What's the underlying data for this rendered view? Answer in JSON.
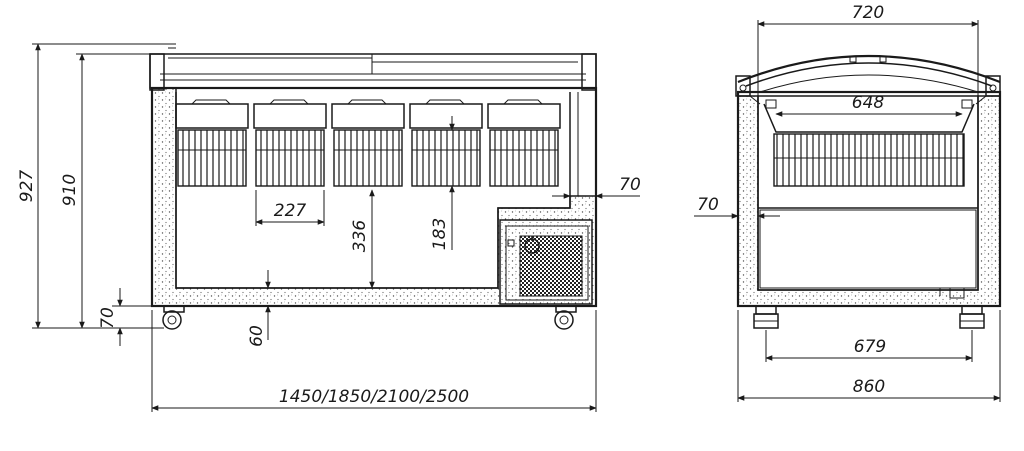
{
  "front_view": {
    "height_overall": "927",
    "height_body": "910",
    "wheel_height": "70",
    "bottom_gap": "60",
    "basket_width": "227",
    "interior_depth": "336",
    "basket_depth": "183",
    "wall_thickness": "70",
    "length_options": "1450/1850/2100/2500"
  },
  "side_view": {
    "lid_width": "720",
    "basket_width": "648",
    "wall_thickness": "70",
    "wheel_track": "679",
    "overall_width": "860"
  }
}
